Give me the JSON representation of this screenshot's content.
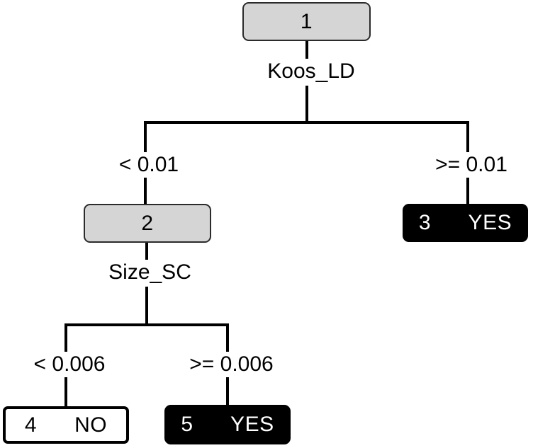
{
  "diagram": {
    "type": "decision-tree",
    "title": "",
    "background_color": "#ffffff",
    "line_color": "#000000",
    "internal_node_fill": "#d5d5d5",
    "leaf_positive_fill": "#000000",
    "leaf_negative_fill": "#ffffff"
  },
  "nodes": {
    "n1": {
      "id": "1",
      "split_variable": "Koos_LD",
      "kind": "internal"
    },
    "n2": {
      "id": "2",
      "split_variable": "Size_SC",
      "kind": "internal"
    },
    "n3": {
      "id": "3",
      "class_label": "YES",
      "kind": "leaf",
      "text": "3      YES"
    },
    "n4": {
      "id": "4",
      "class_label": "NO",
      "kind": "leaf",
      "text": "4      NO"
    },
    "n5": {
      "id": "5",
      "class_label": "YES",
      "kind": "leaf",
      "text": "5      YES"
    }
  },
  "edges": {
    "e1_left": {
      "from": "1",
      "to": "2",
      "label": "< 0.01"
    },
    "e1_right": {
      "from": "1",
      "to": "3",
      "label": ">= 0.01"
    },
    "e2_left": {
      "from": "2",
      "to": "4",
      "label": "< 0.006"
    },
    "e2_right": {
      "from": "2",
      "to": "5",
      "label": ">= 0.006"
    }
  }
}
